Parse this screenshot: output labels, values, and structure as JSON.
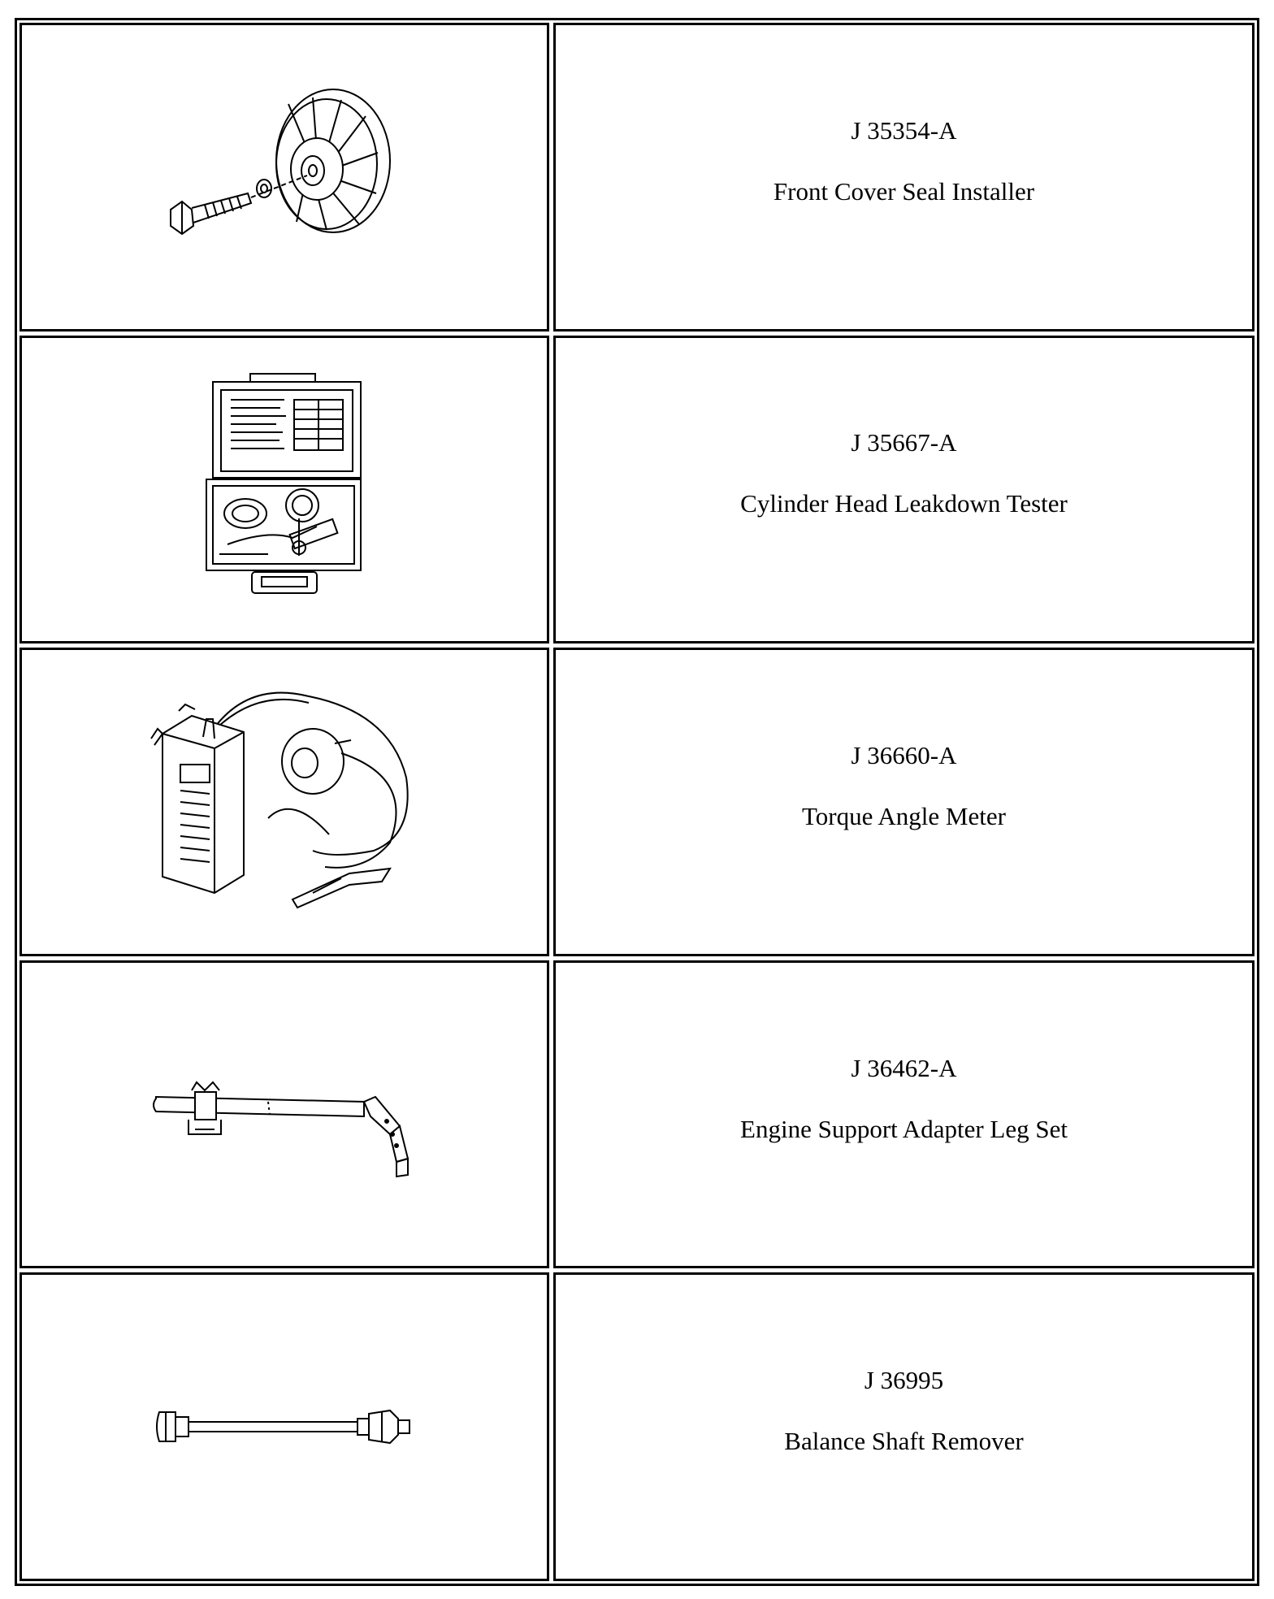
{
  "tools": [
    {
      "number": "J 35354-A",
      "name": "Front Cover Seal Installer",
      "illustration": "front-cover-seal-installer-drawing"
    },
    {
      "number": "J 35667-A",
      "name": "Cylinder Head Leakdown Tester",
      "illustration": "leakdown-tester-case-drawing"
    },
    {
      "number": "J 36660-A",
      "name": "Torque Angle Meter",
      "illustration": "torque-angle-meter-drawing"
    },
    {
      "number": "J 36462-A",
      "name": "Engine Support Adapter Leg Set",
      "illustration": "adapter-leg-drawing"
    },
    {
      "number": "J 36995",
      "name": "Balance Shaft Remover",
      "illustration": "balance-shaft-remover-drawing"
    }
  ]
}
